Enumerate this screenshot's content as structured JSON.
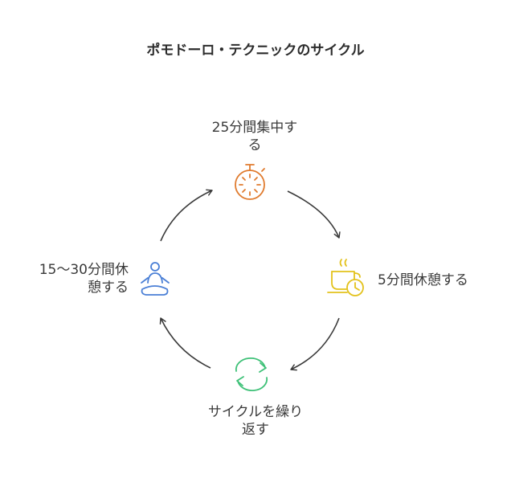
{
  "title": "ポモドーロ・テクニックのサイクル",
  "steps": [
    {
      "id": "focus",
      "label": "25分間集中す\nる",
      "icon": "stopwatch-icon",
      "color": "#e07b2e"
    },
    {
      "id": "short_break",
      "label": "5分間休憩する",
      "icon": "coffee-clock-icon",
      "color": "#e3c21c"
    },
    {
      "id": "repeat",
      "label": "サイクルを繰り\n返す",
      "icon": "cycle-arrows-icon",
      "color": "#3fc178"
    },
    {
      "id": "long_break",
      "label": "15〜30分間休\n憩する",
      "icon": "meditation-icon",
      "color": "#4a7fd6"
    }
  ],
  "colors": {
    "arrow": "#3a3a3a"
  }
}
